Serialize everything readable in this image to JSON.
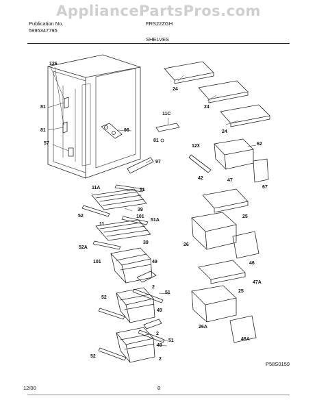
{
  "watermark": "AppliancePartsPros.com",
  "header": {
    "publication_label": "Publication No.",
    "publication_number": "5995347795",
    "model": "FRS22ZGH",
    "section": "SHELVES"
  },
  "diagram_code": "P58S0159",
  "footer": {
    "date": "12/00",
    "page": "8"
  },
  "callouts": [
    {
      "id": "c126",
      "text": "126"
    },
    {
      "id": "c81a",
      "text": "81"
    },
    {
      "id": "c81b",
      "text": "81"
    },
    {
      "id": "c57",
      "text": "57"
    },
    {
      "id": "c96",
      "text": "96"
    },
    {
      "id": "c97",
      "text": "97"
    },
    {
      "id": "c11c",
      "text": "11C"
    },
    {
      "id": "c81c",
      "text": "81"
    },
    {
      "id": "c24a",
      "text": "24"
    },
    {
      "id": "c24b",
      "text": "24"
    },
    {
      "id": "c24c",
      "text": "24"
    },
    {
      "id": "c123",
      "text": "123"
    },
    {
      "id": "c62",
      "text": "62"
    },
    {
      "id": "c42",
      "text": "42"
    },
    {
      "id": "c47",
      "text": "47"
    },
    {
      "id": "c67",
      "text": "67"
    },
    {
      "id": "c11a",
      "text": "11A"
    },
    {
      "id": "c51a",
      "text": "51"
    },
    {
      "id": "c52a",
      "text": "52"
    },
    {
      "id": "c39a",
      "text": "39"
    },
    {
      "id": "c101a",
      "text": "101"
    },
    {
      "id": "c51A",
      "text": "51A"
    },
    {
      "id": "c11",
      "text": "11"
    },
    {
      "id": "c39b",
      "text": "39"
    },
    {
      "id": "c52A",
      "text": "52A"
    },
    {
      "id": "c101b",
      "text": "101"
    },
    {
      "id": "c25a",
      "text": "25"
    },
    {
      "id": "c26",
      "text": "26"
    },
    {
      "id": "c46",
      "text": "46"
    },
    {
      "id": "c49a",
      "text": "49"
    },
    {
      "id": "c2a",
      "text": "2"
    },
    {
      "id": "c51b",
      "text": "51"
    },
    {
      "id": "c52b",
      "text": "52"
    },
    {
      "id": "c49b",
      "text": "49"
    },
    {
      "id": "c2b",
      "text": "2"
    },
    {
      "id": "c51c",
      "text": "51"
    },
    {
      "id": "c52c",
      "text": "52"
    },
    {
      "id": "c49c",
      "text": "49"
    },
    {
      "id": "c2c",
      "text": "2"
    },
    {
      "id": "c47A",
      "text": "47A"
    },
    {
      "id": "c25b",
      "text": "25"
    },
    {
      "id": "c26A",
      "text": "26A"
    },
    {
      "id": "c46A",
      "text": "46A"
    }
  ]
}
